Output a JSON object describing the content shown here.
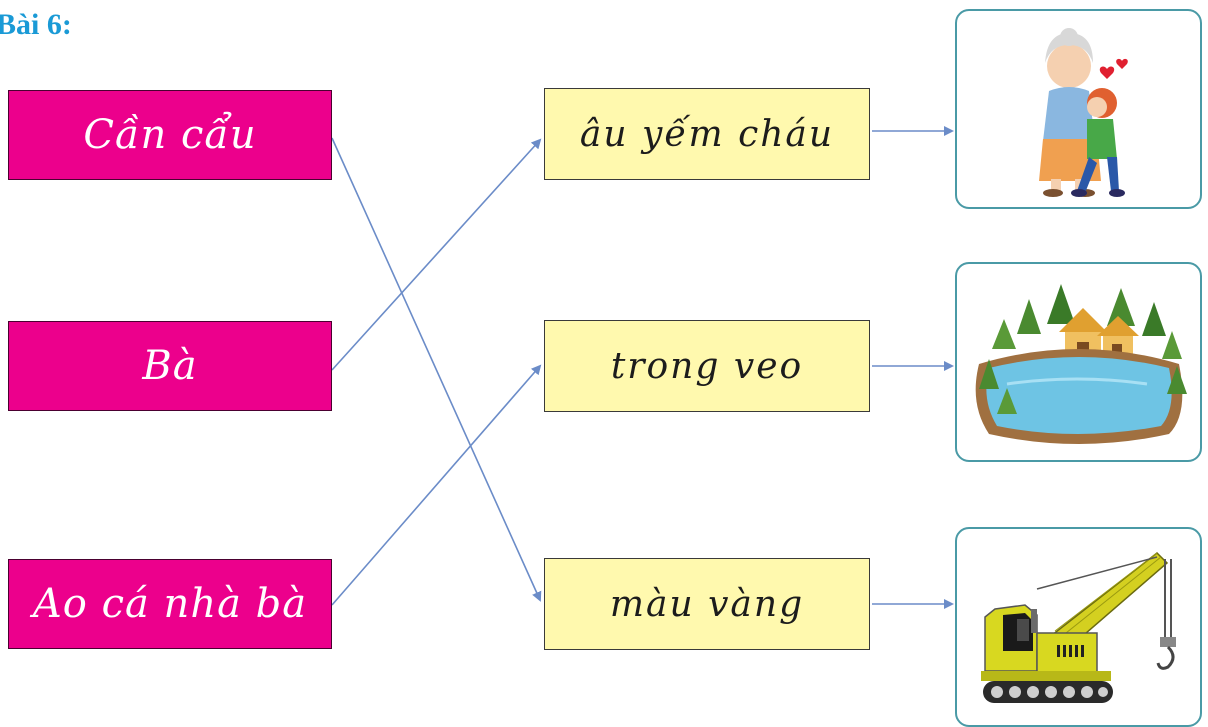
{
  "title": "Bài 6:",
  "left_items": [
    "Cần cẩu",
    "Bà",
    "Ao cá nhà bà"
  ],
  "middle_items": [
    "âu yếm cháu",
    "trong veo",
    "màu vàng"
  ],
  "pictures": [
    "grandmother-hugging-grandchild",
    "lake-with-houses",
    "yellow-crane"
  ],
  "colors": {
    "left_box": "#ec008c",
    "middle_box": "#fff9ae",
    "card_border": "#4a9aa6",
    "line": "#6b8cc8",
    "title": "#1a9ad6"
  },
  "connections": [
    {
      "from": "Cần cẩu",
      "to": "màu vàng"
    },
    {
      "from": "Bà",
      "to": "âu yếm cháu"
    },
    {
      "from": "Ao cá nhà bà",
      "to": "trong veo"
    }
  ]
}
